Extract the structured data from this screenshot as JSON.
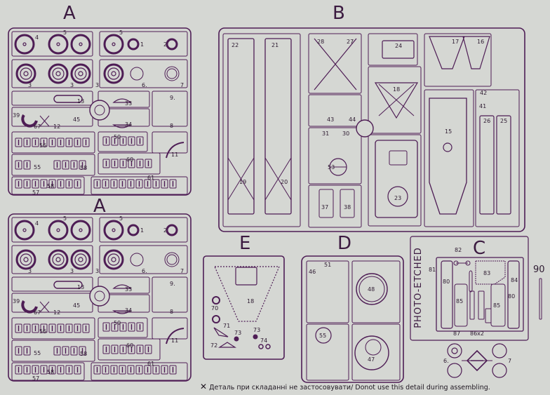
{
  "sprue_letters": {
    "a_top": "A",
    "b": "B",
    "a_bottom": "A",
    "e": "E",
    "d": "D",
    "c": "C"
  },
  "sprue_a_labels": [
    "4",
    "5",
    "5",
    "1",
    "2",
    "3",
    "3",
    "3",
    "6.",
    "7",
    "13",
    "33",
    "34",
    "9.",
    "8",
    "39",
    "67",
    "12",
    "45",
    "56",
    "59",
    "55",
    "58",
    "60",
    "11",
    "58",
    "57",
    "61"
  ],
  "sprue_b_labels": [
    "22",
    "21",
    "28",
    "27",
    "24",
    "17",
    "16",
    "18",
    "42",
    "41",
    "43",
    "44",
    "31",
    "30",
    "15",
    "26",
    "25",
    "53",
    "19",
    "20",
    "37",
    "38",
    "23"
  ],
  "sprue_e_labels": [
    "18",
    "70",
    "71",
    "72",
    "73",
    "73",
    "74"
  ],
  "sprue_d_labels": [
    "51",
    "46",
    "48",
    "55",
    "47"
  ],
  "sprue_c": {
    "title": "PHOTO-ETCHED",
    "labels": [
      "82",
      "81",
      "83",
      "84",
      "80",
      "85",
      "85",
      "80",
      "87",
      "86x2"
    ]
  },
  "part_90": "90",
  "wheel_labels": [
    "6.",
    "7"
  ],
  "footer": {
    "icon": "cross-icon",
    "text": "Деталь при складанні не застосовувати/ Donot use this detail during assembling."
  },
  "colors": {
    "line": "#4e1d55",
    "paper": "#d5d7d3",
    "fill": "#cdcfcb"
  }
}
